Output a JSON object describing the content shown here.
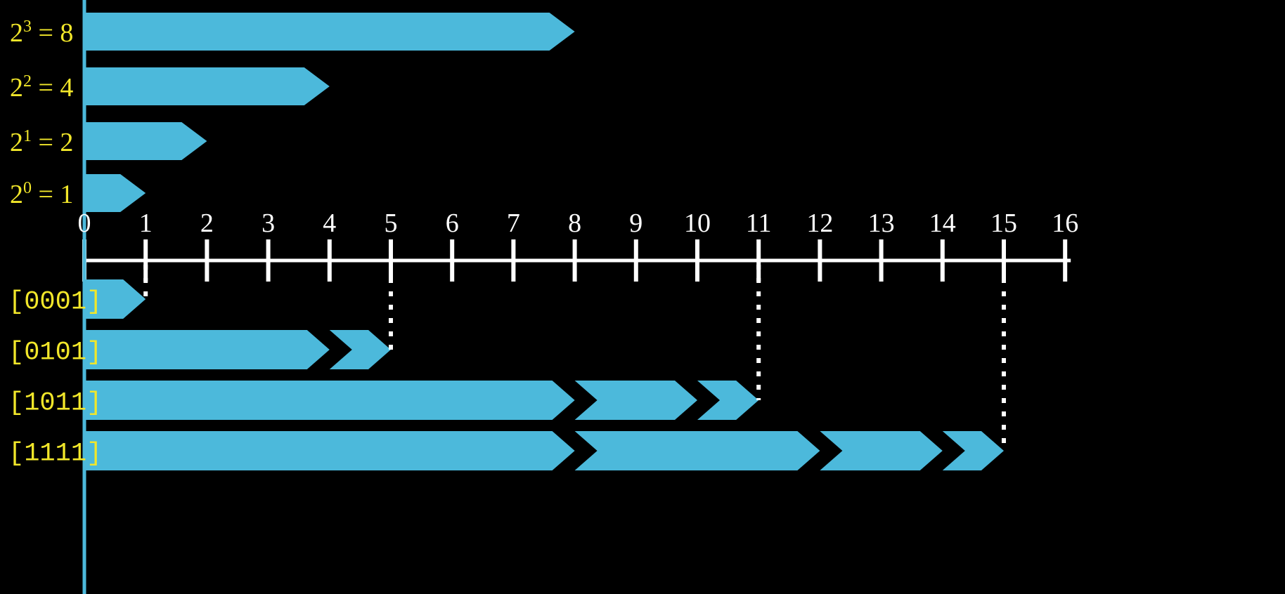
{
  "figure": {
    "title": "Binary place-value number line",
    "background_color": "#000000",
    "bar_color": "#4cb9db",
    "label_color": "#f2e72a",
    "axis_color": "#ffffff"
  },
  "chart_data": {
    "type": "bar",
    "title": "",
    "xlabel": "",
    "ylabel": "",
    "xlim": [
      0,
      16
    ],
    "grid": false,
    "legend_position": "left",
    "tick_labels": [
      "0",
      "1",
      "2",
      "3",
      "4",
      "5",
      "6",
      "7",
      "8",
      "9",
      "10",
      "11",
      "12",
      "13",
      "14",
      "15",
      "16"
    ],
    "tick_values": [
      0,
      1,
      2,
      3,
      4,
      5,
      6,
      7,
      8,
      9,
      10,
      11,
      12,
      13,
      14,
      15,
      16
    ],
    "place_values": [
      {
        "label": "2^3 = 8",
        "base": "2",
        "exponent": "3",
        "equals": "=",
        "value": 8,
        "start": 0,
        "end": 8
      },
      {
        "label": "2^2 = 4",
        "base": "2",
        "exponent": "2",
        "equals": "=",
        "value": 4,
        "start": 0,
        "end": 4
      },
      {
        "label": "2^1 = 2",
        "base": "2",
        "exponent": "1",
        "equals": "=",
        "value": 2,
        "start": 0,
        "end": 2
      },
      {
        "label": "2^0 = 1",
        "base": "2",
        "exponent": "0",
        "equals": "=",
        "value": 1,
        "start": 0,
        "end": 1
      }
    ],
    "binary_rows": [
      {
        "label": "[0001]",
        "bits": "0001",
        "total": 1,
        "segments": [
          {
            "value": 1,
            "start": 0,
            "end": 1
          }
        ],
        "guide_at": 1
      },
      {
        "label": "[0101]",
        "bits": "0101",
        "total": 5,
        "segments": [
          {
            "value": 4,
            "start": 0,
            "end": 4
          },
          {
            "value": 1,
            "start": 4,
            "end": 5
          }
        ],
        "guide_at": 5
      },
      {
        "label": "[1011]",
        "bits": "1011",
        "total": 11,
        "segments": [
          {
            "value": 8,
            "start": 0,
            "end": 8
          },
          {
            "value": 2,
            "start": 8,
            "end": 10
          },
          {
            "value": 1,
            "start": 10,
            "end": 11
          }
        ],
        "guide_at": 11
      },
      {
        "label": "[1111]",
        "bits": "1111",
        "total": 15,
        "segments": [
          {
            "value": 8,
            "start": 0,
            "end": 8
          },
          {
            "value": 4,
            "start": 8,
            "end": 12
          },
          {
            "value": 2,
            "start": 12,
            "end": 14
          },
          {
            "value": 1,
            "start": 14,
            "end": 15
          }
        ],
        "guide_at": 15
      }
    ]
  }
}
